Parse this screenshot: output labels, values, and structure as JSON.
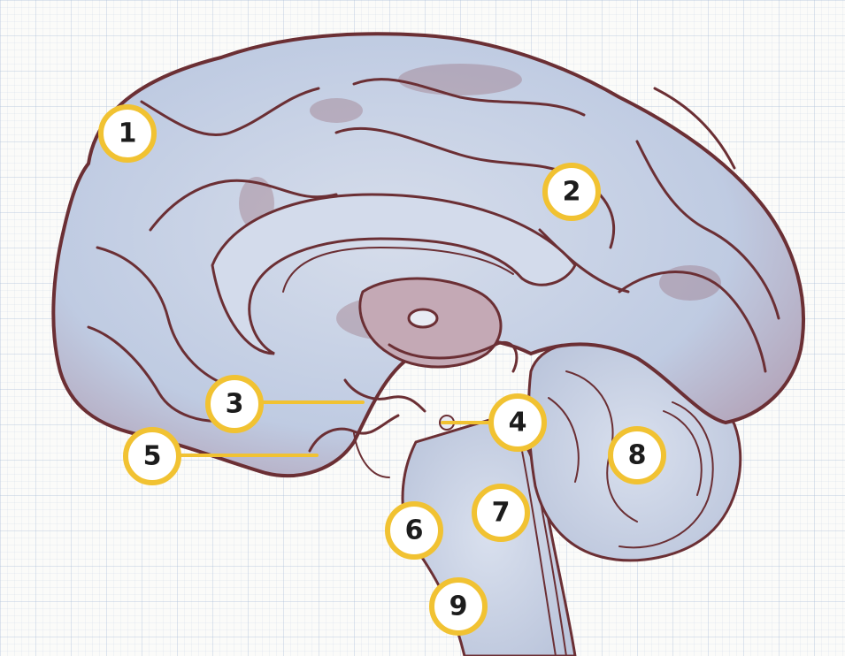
{
  "diagram": {
    "markers": [
      {
        "id": "1",
        "label": "1"
      },
      {
        "id": "2",
        "label": "2"
      },
      {
        "id": "3",
        "label": "3"
      },
      {
        "id": "4",
        "label": "4"
      },
      {
        "id": "5",
        "label": "5"
      },
      {
        "id": "6",
        "label": "6"
      },
      {
        "id": "7",
        "label": "7"
      },
      {
        "id": "8",
        "label": "8"
      },
      {
        "id": "9",
        "label": "9"
      }
    ],
    "colors": {
      "marker_ring": "#f1c232",
      "brain_fill": "#c9d3e6",
      "outline": "#6b2f34",
      "grid": "#aabed7"
    }
  }
}
